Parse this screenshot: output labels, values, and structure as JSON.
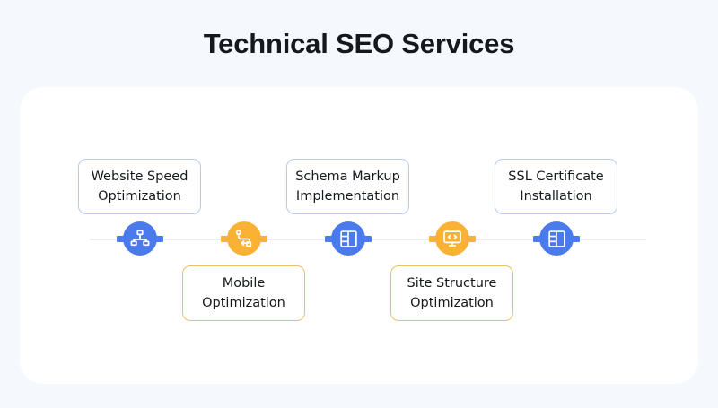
{
  "header": {
    "title": "Technical SEO Services"
  },
  "colors": {
    "page_background": "#f5f8fd",
    "panel_background": "#ffffff",
    "accent_blue": "#4a7aec",
    "accent_amber": "#f9b233",
    "card_border_blue": "#b9cbe8",
    "card_border_amber": "#e8c269",
    "timeline_line": "#e9ecf1",
    "title_text": "#15181f"
  },
  "timeline": {
    "steps": [
      {
        "index": 1,
        "label": "Website Speed Optimization",
        "icon": "sitemap-icon",
        "color": "#4a7aec",
        "position": "above"
      },
      {
        "index": 2,
        "label": "Mobile Optimization",
        "icon": "route-icon",
        "color": "#f9b233",
        "position": "below"
      },
      {
        "index": 3,
        "label": "Schema Markup Implementation",
        "icon": "layout-grid-icon",
        "color": "#4a7aec",
        "position": "above"
      },
      {
        "index": 4,
        "label": "Site Structure Optimization",
        "icon": "monitor-code-icon",
        "color": "#f9b233",
        "position": "below"
      },
      {
        "index": 5,
        "label": "SSL Certificate Installation",
        "icon": "layout-grid-icon",
        "color": "#4a7aec",
        "position": "above"
      }
    ]
  }
}
